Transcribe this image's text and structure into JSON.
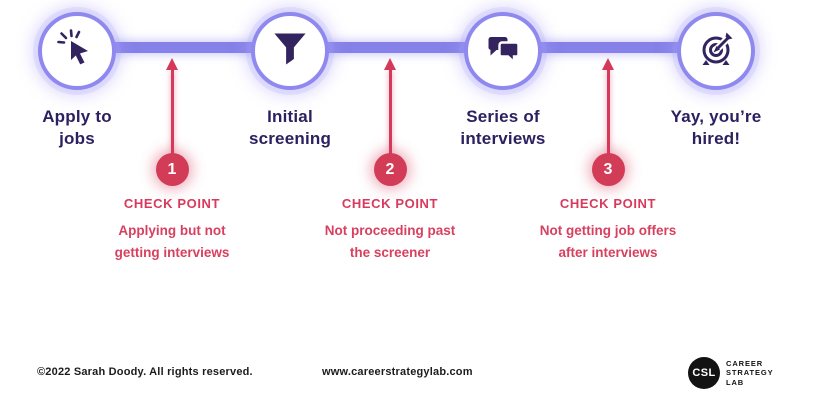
{
  "stages": [
    {
      "label": "Apply to\njobs",
      "icon": "cursor-click-icon"
    },
    {
      "label": "Initial\nscreening",
      "icon": "funnel-icon"
    },
    {
      "label": "Series of\ninterviews",
      "icon": "chat-bubbles-icon"
    },
    {
      "label": "Yay, you’re\nhired!",
      "icon": "target-dart-icon"
    }
  ],
  "checkpoints": [
    {
      "number": "1",
      "title": "CHECK POINT",
      "description": "Applying but not\ngetting interviews"
    },
    {
      "number": "2",
      "title": "CHECK POINT",
      "description": "Not proceeding past\nthe screener"
    },
    {
      "number": "3",
      "title": "CHECK POINT",
      "description": "Not getting job offers\nafter interviews"
    }
  ],
  "footer": {
    "copyright": "©2022 Sarah Doody. All rights reserved.",
    "website": "www.careerstrategylab.com",
    "logo": {
      "monogram": "CSL",
      "lines": [
        "CAREER",
        "STRATEGY",
        "LAB"
      ]
    }
  },
  "colors": {
    "timeline_purple": "#8581e8",
    "node_border_purple": "#8f89ef",
    "icon_indigo": "#33245f",
    "label_indigo": "#2d2060",
    "checkpoint_crimson": "#d8395c",
    "footer_black": "#1c1c1c"
  }
}
